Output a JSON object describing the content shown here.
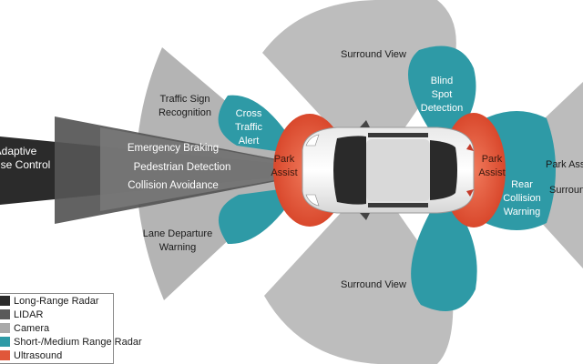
{
  "labels": {
    "adaptive_cruise": "Adaptive\nCruise Control",
    "emergency_braking": "Emergency Braking",
    "pedestrian_detection": "Pedestrian Detection",
    "collision_avoidance": "Collision Avoidance",
    "traffic_sign": "Traffic Sign\nRecognition",
    "lane_departure": "Lane Departure\nWarning",
    "cross_traffic": "Cross\nTraffic\nAlert",
    "park_assist_front": "Park\nAssist",
    "park_assist_rear": "Park\nAssist",
    "surround_view_top": "Surround View",
    "surround_view_bottom": "Surround View",
    "blind_spot": "Blind\nSpot\nDetection",
    "rear_collision": "Rear\nCollision\nWarning",
    "park_assist_right": "Park Assist",
    "surround_right": "Surround"
  },
  "legend": [
    {
      "label": "Long-Range Radar",
      "color": "#2b2b2b"
    },
    {
      "label": "LIDAR",
      "color": "#5a5a5a"
    },
    {
      "label": "Camera",
      "color": "#a9a9a9"
    },
    {
      "label": "Short-/Medium Range Radar",
      "color": "#2e9aa6"
    },
    {
      "label": "Ultrasound",
      "color": "#e0573a"
    }
  ],
  "colors": {
    "long_range_radar": "#2b2b2b",
    "lidar": "#5a5a5a",
    "camera": "#a9a9a9",
    "short_medium_radar": "#2e9aa6",
    "ultrasound": "#e0573a"
  }
}
